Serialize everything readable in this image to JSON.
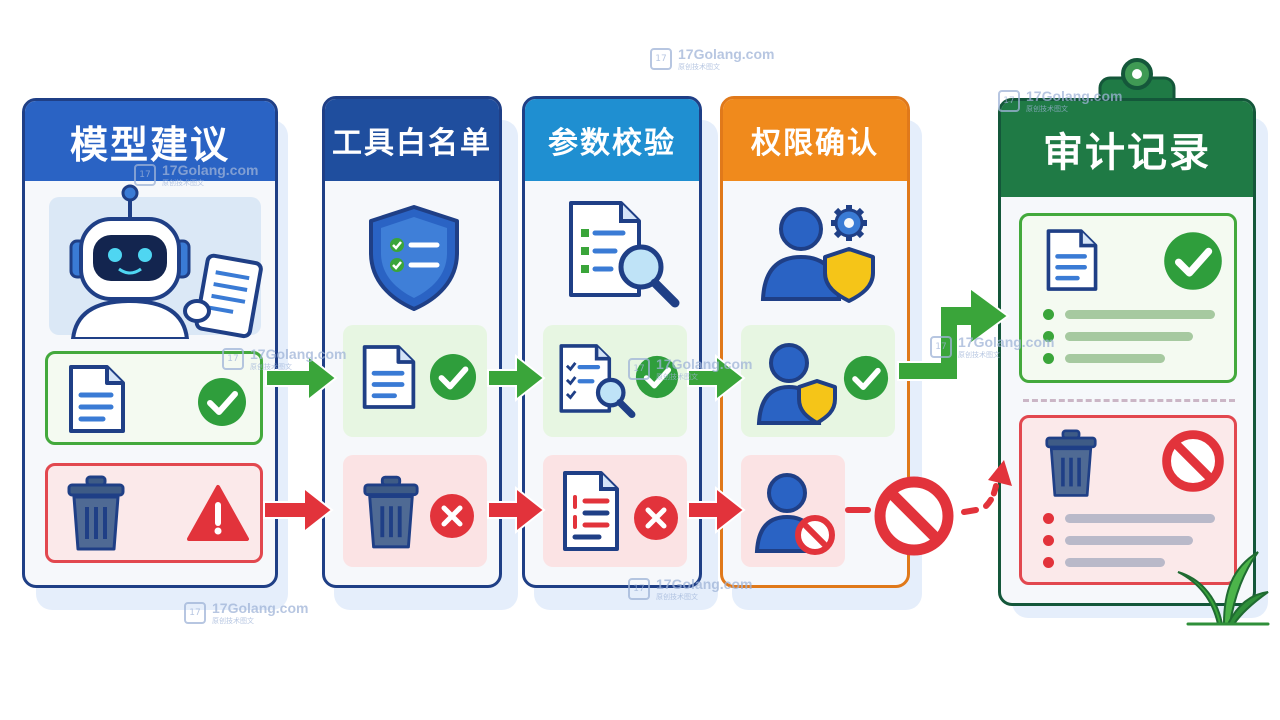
{
  "stages": [
    {
      "title": "模型建议",
      "color": "#2a63c4"
    },
    {
      "title": "工具白名单",
      "color": "#1f4e9e"
    },
    {
      "title": "参数校验",
      "color": "#1f8fd1"
    },
    {
      "title": "权限确认",
      "color": "#f08a1c"
    }
  ],
  "audit": {
    "title": "审计记录",
    "color": "#1f7a45"
  },
  "watermark": "17Golang.com",
  "watermark_sub": "原创技术图文",
  "colors": {
    "ok": "#3aa53a",
    "bad": "#e2333b",
    "navy": "#1f3f86"
  }
}
